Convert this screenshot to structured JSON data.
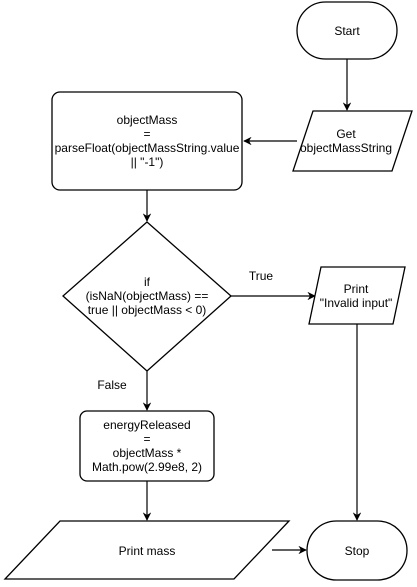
{
  "diagram": {
    "nodes": {
      "start": {
        "lines": [
          "Start"
        ]
      },
      "get_input": {
        "lines": [
          "Get",
          "objectMassString"
        ]
      },
      "parse": {
        "lines": [
          "objectMass",
          "=",
          "parseFloat(objectMassString.value",
          "|| \"-1\")"
        ]
      },
      "check": {
        "lines": [
          "if",
          "(isNaN(objectMass) ==",
          "true || objectMass < 0)"
        ]
      },
      "print_invalid": {
        "lines": [
          "Print",
          "\"Invalid input\""
        ]
      },
      "energy": {
        "lines": [
          "energyReleased",
          "=",
          "objectMass *",
          "Math.pow(2.99e8, 2)"
        ]
      },
      "print_mass": {
        "lines": [
          "Print mass"
        ]
      },
      "stop": {
        "lines": [
          "Stop"
        ]
      }
    },
    "edge_labels": {
      "true": "True",
      "false": "False"
    },
    "colors": {
      "stroke": "#000000",
      "fill": "#ffffff",
      "text": "#000000"
    }
  }
}
